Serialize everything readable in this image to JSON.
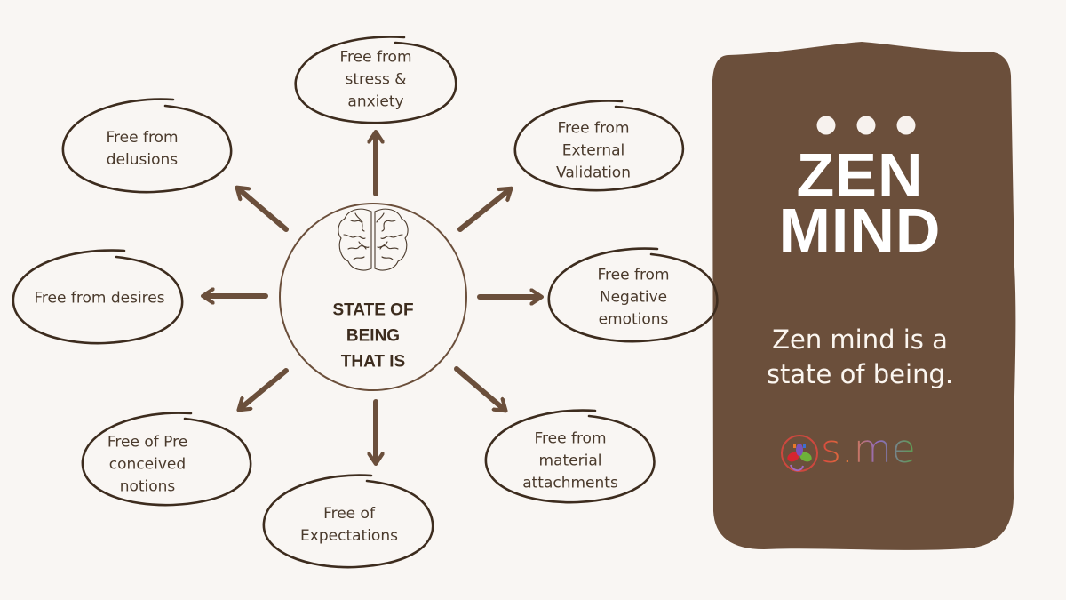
{
  "diagram": {
    "center": {
      "icon": "brain-icon",
      "label": "STATE OF\nBEING\nTHAT IS"
    },
    "nodes": [
      {
        "id": "stress",
        "label": "Free from\nstress &\nanxiety",
        "direction": "up"
      },
      {
        "id": "external-validation",
        "label": "Free from\nExternal\nValidation",
        "direction": "up-right"
      },
      {
        "id": "negative-emotions",
        "label": "Free from\nNegative\nemotions",
        "direction": "right"
      },
      {
        "id": "material-attachments",
        "label": "Free from\nmaterial\nattachments",
        "direction": "down-right"
      },
      {
        "id": "expectations",
        "label": "Free of\nExpectations",
        "direction": "down"
      },
      {
        "id": "preconceived-notions",
        "label": "Free of Pre\nconceived\nnotions",
        "direction": "down-left"
      },
      {
        "id": "desires",
        "label": "Free from desires",
        "direction": "left"
      },
      {
        "id": "delusions",
        "label": "Free from\ndelusions",
        "direction": "up-left"
      }
    ]
  },
  "panel": {
    "dots_icon": "ellipsis-icon",
    "title": "ZEN\nMIND",
    "subtitle": "Zen mind is a\nstate of being.",
    "logo_text": "s.me"
  },
  "colors": {
    "background": "#f9f6f3",
    "panel": "#6b4f3b",
    "arrow": "#6b4f3b",
    "ellipse_stroke": "#3d2c1e",
    "text": "#4a3a2c"
  }
}
